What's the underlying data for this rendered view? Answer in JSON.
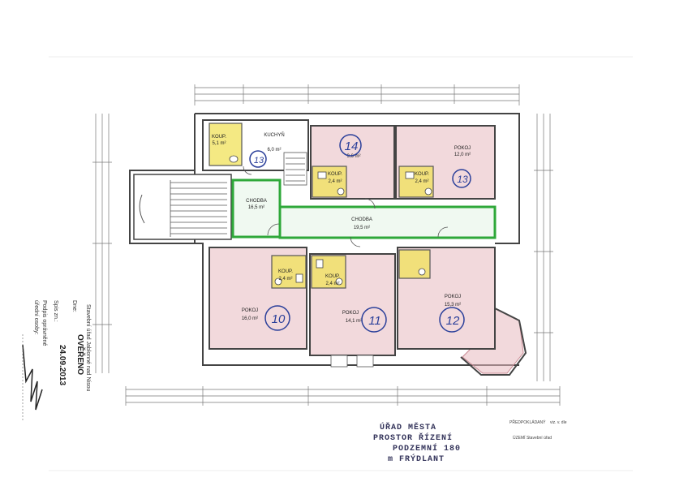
{
  "rooms": {
    "koup_tl": {
      "name": "KOUP.",
      "area": "5,1 m²"
    },
    "kuch_tl": {
      "name": "KUCHYŇ",
      "area": "6,0 m²"
    },
    "mark_13_top": "13",
    "room14": {
      "number": "14",
      "area": "9,6 m²"
    },
    "koup14": {
      "name": "KOUP.",
      "area": "2,4 m²"
    },
    "pokoj_tr": {
      "name": "POKOJ",
      "area": "12,0 m²"
    },
    "koup_tr": {
      "name": "KOUP.",
      "area": "2,4 m²"
    },
    "mark_13_right": "13",
    "chodba_left": {
      "name": "CHODBA",
      "area": "16,5 m²"
    },
    "chodba_main": {
      "name": "CHODBA",
      "area": "19,5 m²"
    },
    "koup10": {
      "name": "KOUP.",
      "area": "2,4 m²"
    },
    "koup11": {
      "name": "KOUP.",
      "area": "2,4 m²"
    },
    "pokoj10": {
      "name": "POKOJ",
      "area": "16,0 m²",
      "number": "10"
    },
    "pokoj11": {
      "name": "POKOJ",
      "area": "14,1 m²",
      "number": "11"
    },
    "pokoj12": {
      "name": "POKOJ",
      "area": "15,3 m²",
      "number": "12"
    }
  },
  "stamp": {
    "line1": "ÚŘAD  MĚSTA",
    "line2": "PROSTOR  ŘÍZENÍ",
    "line3": "PODZEMNÍ 180",
    "line4": "m FRÝDLANT"
  },
  "side_notes": {
    "overeno": "OVĚŘENO",
    "authority": "Stavební úřad Jablonné nad Nisou",
    "date_label": "Dne:",
    "date_value": "24.09.2013",
    "spis_label": "Spis zn.:",
    "podpis_label": "Podpis oprávněné",
    "osoby_label": "úřední osoby:"
  },
  "title_block": {
    "label_left": "PŘEDPOKLÁDANÝ",
    "label_right": "viz. v. dle",
    "line2": "ÚZEMÍ Stavební úřad"
  },
  "colors": {
    "corridor_green": "#2fa83a",
    "bathroom_yellow": "#f0e25a",
    "room_pink": "#e8b9bf",
    "room_number_blue": "#2a3f9a",
    "wall_dark": "#444444"
  }
}
